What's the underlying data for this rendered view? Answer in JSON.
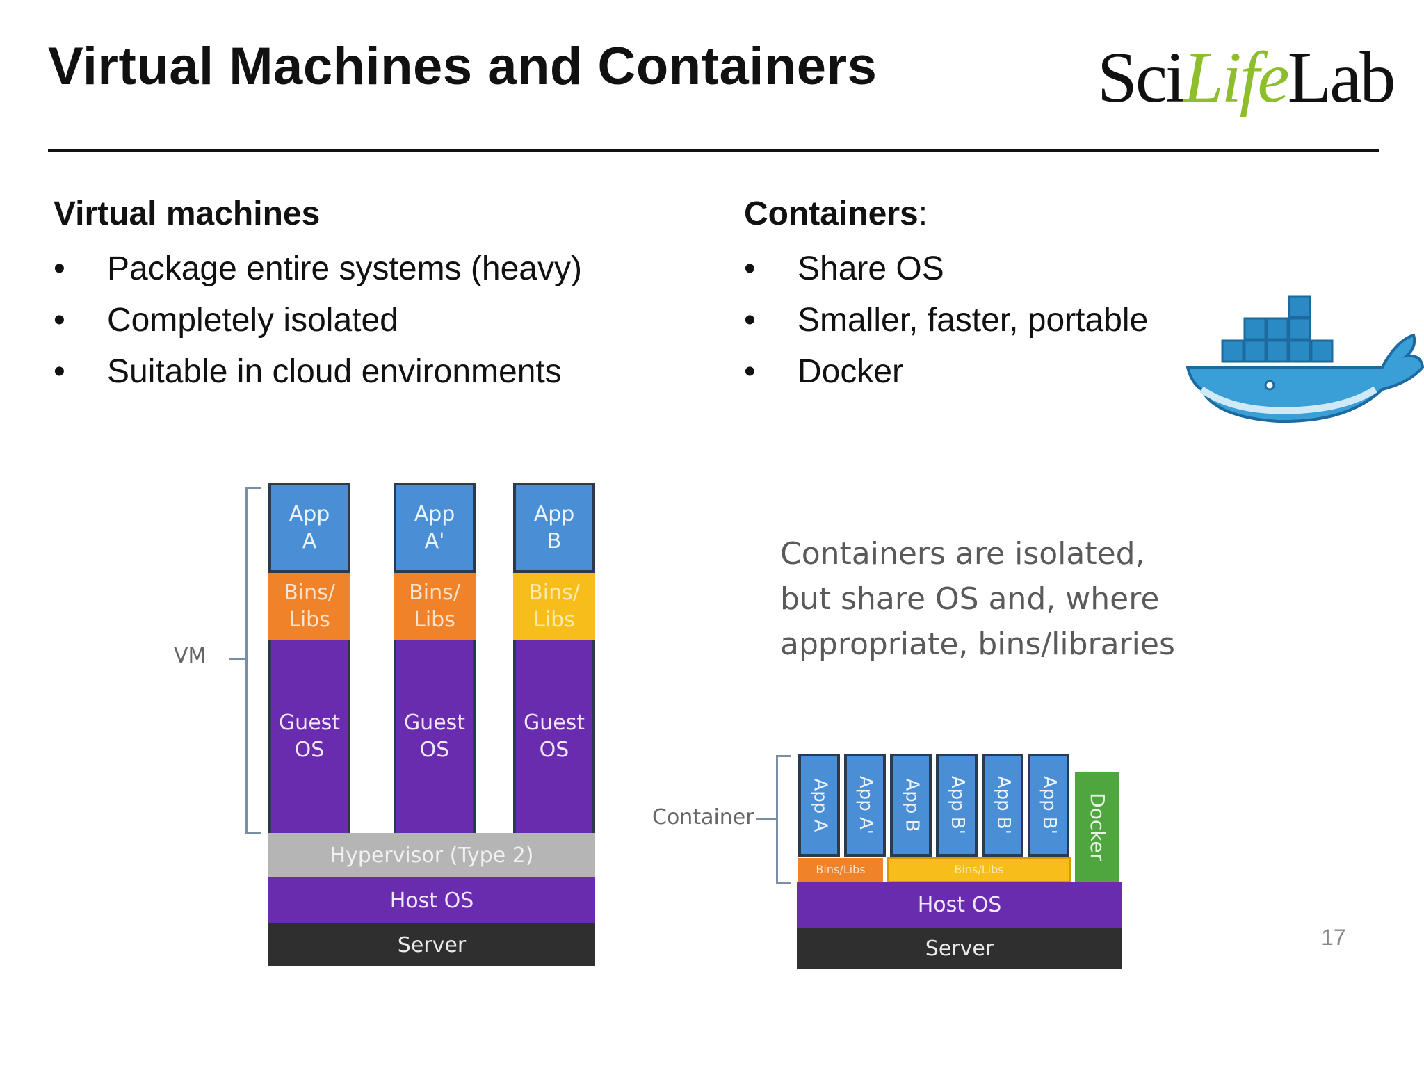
{
  "slide": {
    "title": "Virtual Machines and Containers",
    "page_number": "17"
  },
  "logo": {
    "part1": "Sci",
    "part2": "Life",
    "part3": "Lab"
  },
  "vm_column": {
    "heading": "Virtual machines",
    "bullet": "•",
    "items": [
      "Package entire systems (heavy)",
      "Completely isolated",
      "Suitable in cloud environments"
    ]
  },
  "containers_column": {
    "heading": "Containers",
    "heading_suffix": ":",
    "bullet": "•",
    "items": [
      "Share OS",
      "Smaller, faster, portable",
      "Docker"
    ]
  },
  "vm_diagram": {
    "side_label": "VM",
    "stacks": [
      {
        "app": "App\nA",
        "bins": "Bins/\nLibs",
        "guest": "Guest\nOS"
      },
      {
        "app": "App\nA'",
        "bins": "Bins/\nLibs",
        "guest": "Guest\nOS"
      },
      {
        "app": "App\nB",
        "bins": "Bins/\nLibs",
        "guest": "Guest\nOS"
      }
    ],
    "hypervisor": "Hypervisor (Type 2)",
    "host_os": "Host OS",
    "server": "Server"
  },
  "container_diagram": {
    "side_label": "Container",
    "apps": [
      "App A",
      "App A'",
      "App B",
      "App B'",
      "App B'",
      "App B'"
    ],
    "docker": "Docker",
    "bins_a": "Bins/Libs",
    "bins_b": "Bins/Libs",
    "host_os": "Host OS",
    "server": "Server"
  },
  "caption": "Containers are isolated,\nbut share OS and, where\nappropriate, bins/libraries",
  "colors": {
    "app": "#4a8fd6",
    "bins_orange": "#f0822a",
    "bins_yellow": "#f7bd1b",
    "guest_os": "#6a2cae",
    "hypervisor": "#b5b5b5",
    "server": "#2f2f2f",
    "docker": "#4fa63f",
    "logo_green": "#8fbe2c"
  }
}
